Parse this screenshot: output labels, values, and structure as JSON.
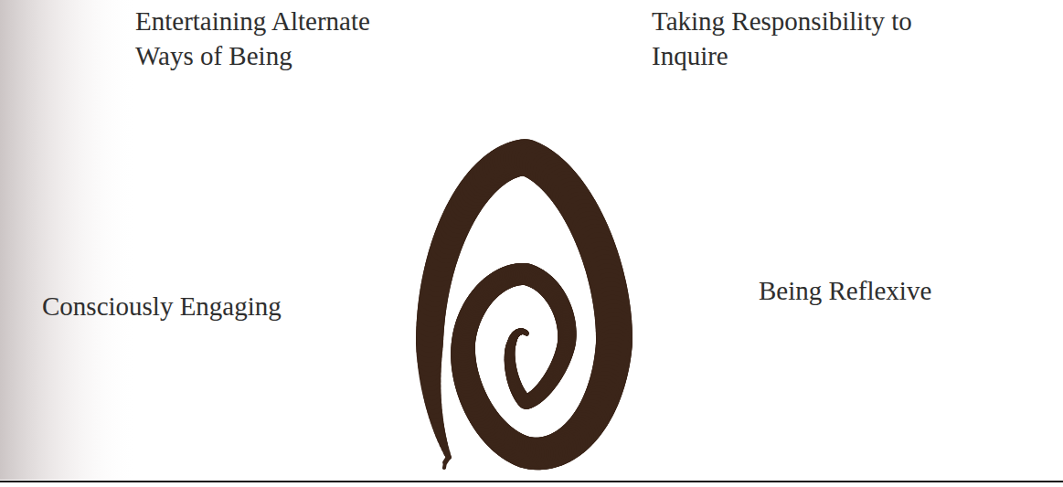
{
  "diagram": {
    "labels": [
      "Entertaining Alternate Ways of Being",
      "Taking Responsibility to Inquire",
      "Consciously Engaging",
      "Being Reflexive"
    ]
  }
}
